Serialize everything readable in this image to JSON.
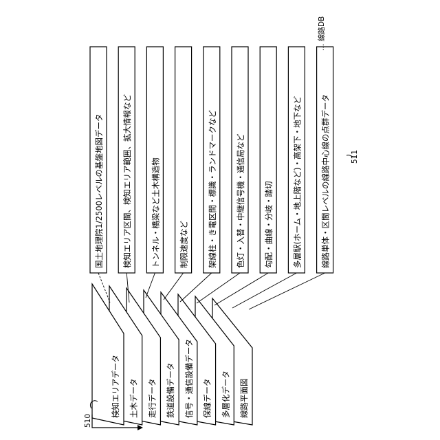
{
  "figure": {
    "ref_510": "510",
    "ref_511": "511",
    "db_label": "線路DB",
    "db_leader": "…"
  },
  "layers": [
    "検知エリアデータ",
    "土木データ",
    "走行データ",
    "鉄道設備データ",
    "信号・通信設備データ",
    "保線データ",
    "多層化データ",
    "線路平面図"
  ],
  "boxes": [
    "国土地理院1/2500レベルの基盤地図データ",
    "検知エリア区間、検知エリア範囲、拡大情報など",
    "トンネル・橋梁など土木構造物",
    "制限速度など",
    "架線柱・き電区間・標識・ランドマークなど",
    "色灯・入替・中継信号機・通信局など",
    "勾配・曲線・分岐・踏切",
    "多層駅(ホーム・地上階など)・高架下・地下など",
    "線路単体・区間レベルの線路中心線の点群データ"
  ]
}
